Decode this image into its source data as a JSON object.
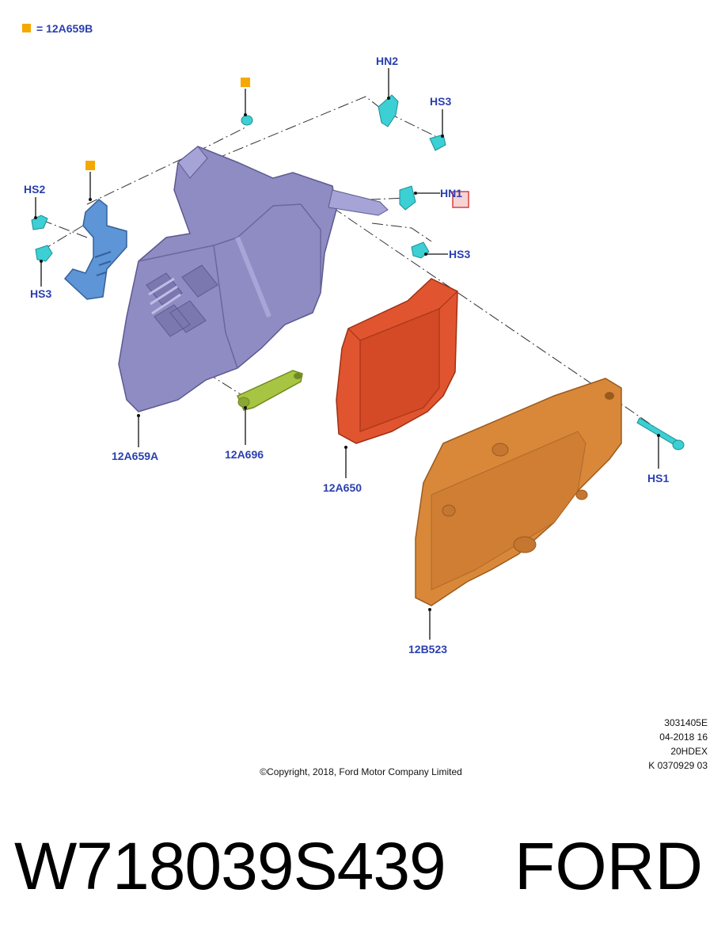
{
  "legend": {
    "marker_color": "#f5a800",
    "text": "= 12A659B"
  },
  "callouts": {
    "hn2": "HN2",
    "hs3_top": "HS3",
    "hs2": "HS2",
    "hs3_left": "HS3",
    "hn1": "HN1",
    "hs3_right": "HS3",
    "p12a659a": "12A659A",
    "p12a696": "12A696",
    "p12a650": "12A650",
    "hs1": "HS1",
    "p12b523": "12B523"
  },
  "colors": {
    "housing": "#8f8cc4",
    "bracket": "#5d95d6",
    "strap": "#a8c443",
    "module": "#e05530",
    "cover": "#d9883a",
    "fastener": "#3ccfd4",
    "callout_text": "#2a3fb0",
    "highlight": "#d94040"
  },
  "meta": {
    "line1": "3031405E",
    "line2": "04-2018 16",
    "line3": "20HDEX",
    "line4": "K 0370929 03"
  },
  "copyright": "©Copyright, 2018, Ford Motor Company Limited",
  "footer": {
    "part_number": "W718039S439",
    "brand": "FORD"
  }
}
